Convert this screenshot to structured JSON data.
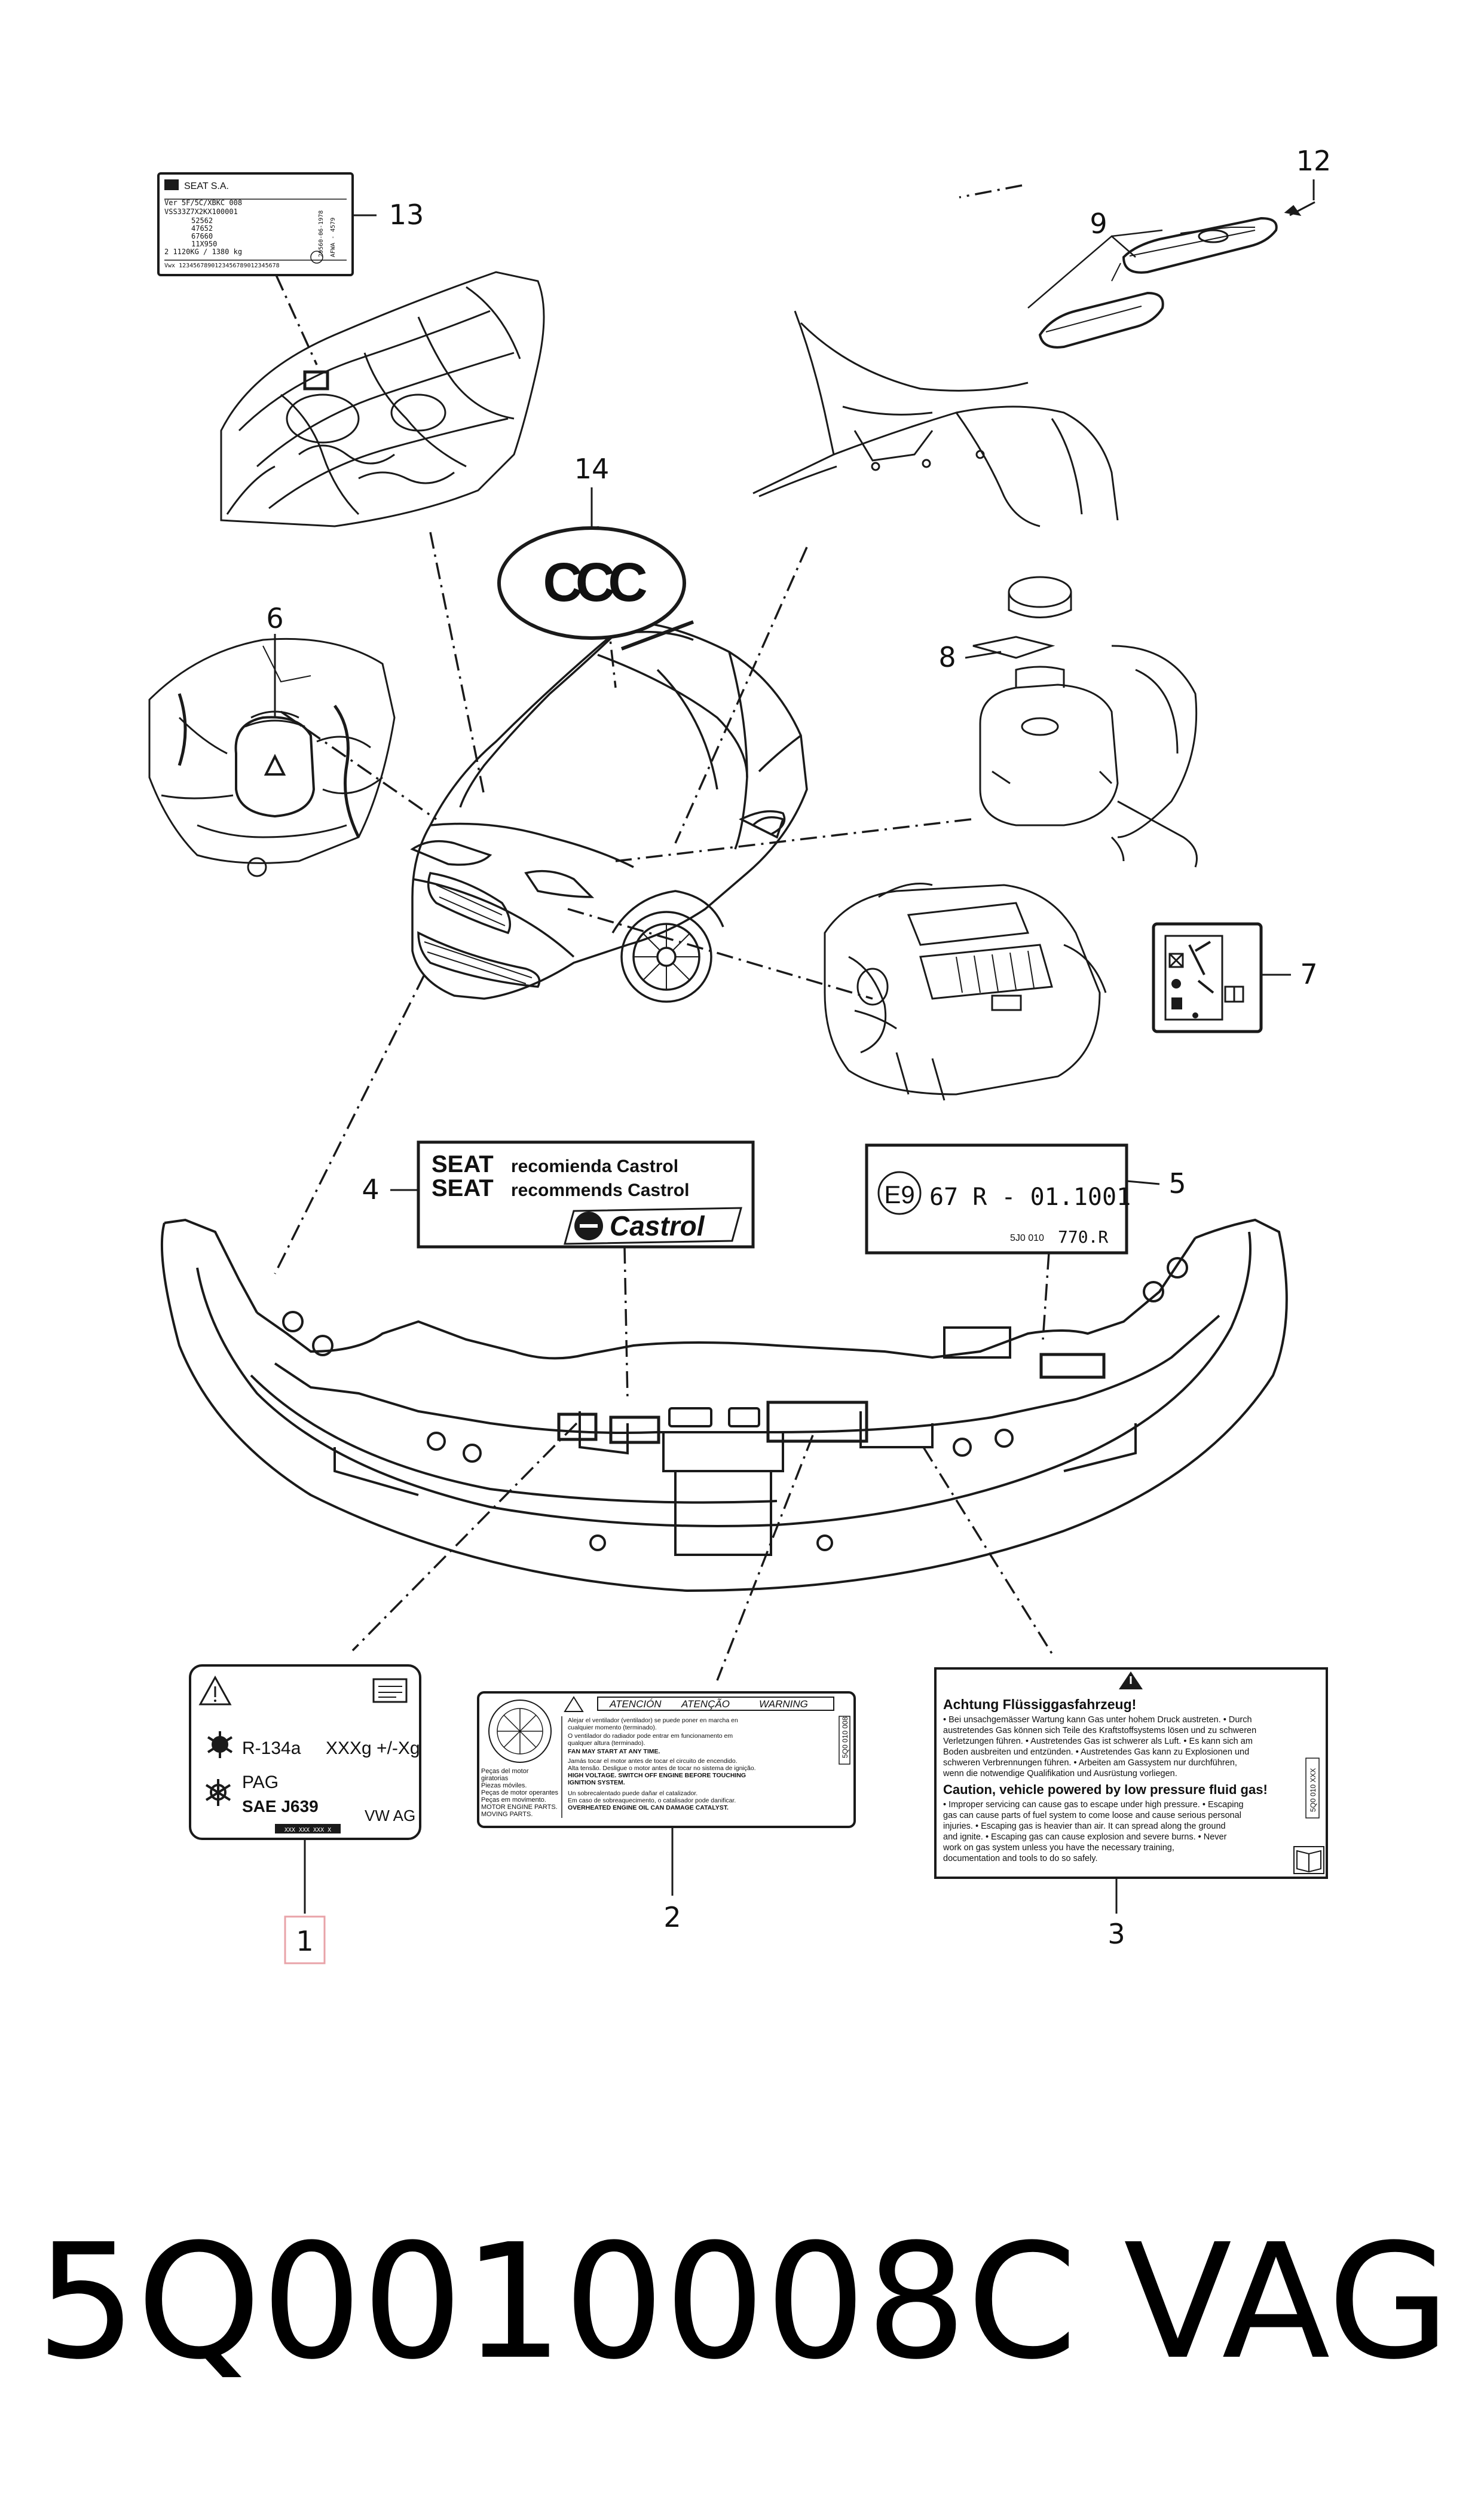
{
  "callouts": {
    "c1": "1",
    "c2": "2",
    "c3": "3",
    "c4": "4",
    "c5": "5",
    "c6": "6",
    "c7": "7",
    "c8": "8",
    "c9": "9",
    "c12": "12",
    "c13": "13",
    "c14": "14"
  },
  "label13": {
    "maker": "SEAT S.A.",
    "lines": [
      "Ver 5F/5C/XBKC 008",
      "VSS33Z7X2KX100001",
      "52562",
      "47652",
      "67660",
      "11X950",
      "2 1120KG / 1380 kg",
      "Vwx 1234567890123456789012345678"
    ],
    "side_lines": [
      "29560-06-1978",
      "AFWA - 4579"
    ]
  },
  "label14": {
    "text": "CCC"
  },
  "label4": {
    "brand": "SEAT",
    "line1": "recomienda Castrol",
    "line2": "recommends Castrol",
    "logo": "Castrol"
  },
  "label5": {
    "mark": "E9",
    "approval": "67 R - 01.1001",
    "part_prefix": "5J0 010",
    "part_suffix": "770.R"
  },
  "label1": {
    "refrigerant": "R-134a",
    "amount": "XXXg +/-Xg",
    "oil": "PAG",
    "standard": "SAE J639",
    "maker": "VW AG",
    "barcode_text": "XXX XXX XXX X"
  },
  "label2": {
    "headings": [
      "ATENCIÓN",
      "ATENÇÃO",
      "WARNING"
    ],
    "left_lines": [
      "Peças del motor",
      "giratorias",
      "Piezas móviles.",
      "Peças de motor operantes",
      "Peças em movimento.",
      "MOTOR ENGINE PARTS.",
      "MOVING PARTS."
    ],
    "body_lines": [
      "Alejar el ventilador (ventilador) se puede poner en marcha en",
      "cualquier momento (terminado).",
      "O ventilador do radiador pode entrar em funcionamento em",
      "qualquer altura (terminado).",
      "FAN MAY START AT ANY TIME.",
      "Jamás tocar el motor antes de tocar el circuito de encendido.",
      "Alta tensão. Desligue o motor antes de tocar no sistema de ignição.",
      "HIGH VOLTAGE. SWITCH OFF ENGINE BEFORE TOUCHING",
      "IGNITION SYSTEM.",
      "Un sobrecalentado puede dañar el catalizador.",
      "Em caso de sobreaquecimento, o catalisador pode danificar.",
      "OVERHEATED ENGINE OIL CAN DAMAGE CATALYST."
    ],
    "side_code": "5Q0 010 008"
  },
  "label3": {
    "title_de": "Achtung Flüssiggasfahrzeug!",
    "body_de": [
      "• Bei unsachgemässer Wartung kann Gas unter hohem Druck austreten. • Durch",
      "austretendes Gas können sich Teile des Kraftstoffsystems lösen und zu schweren",
      "Verletzungen führen. • Austretendes Gas ist schwerer als Luft. • Es kann sich am",
      "Boden ausbreiten und entzünden. • Austretendes Gas kann zu Explosionen und",
      "schweren Verbrennungen führen. • Arbeiten am Gassystem nur durchführen,",
      "wenn die notwendige Qualifikation und Ausrüstung vorliegen."
    ],
    "title_en": "Caution, vehicle powered by low pressure fluid gas!",
    "body_en": [
      "• Improper servicing can cause gas to escape under high pressure. • Escaping",
      "gas can cause parts of fuel system to come loose and cause serious personal",
      "injuries. • Escaping gas is heavier than air. It can spread along the ground",
      "and ignite. • Escaping gas can cause explosion and severe burns. • Never",
      "work on gas system unless you have the necessary training,",
      "documentation and tools to do so safely."
    ],
    "side_code": "5Q0 010 XXX"
  },
  "footer": {
    "part_number": "5Q0010008C",
    "brand": "VAG"
  },
  "colors": {
    "line": "#1a1a1a",
    "highlight": "#e8a3a8",
    "background": "#ffffff"
  }
}
